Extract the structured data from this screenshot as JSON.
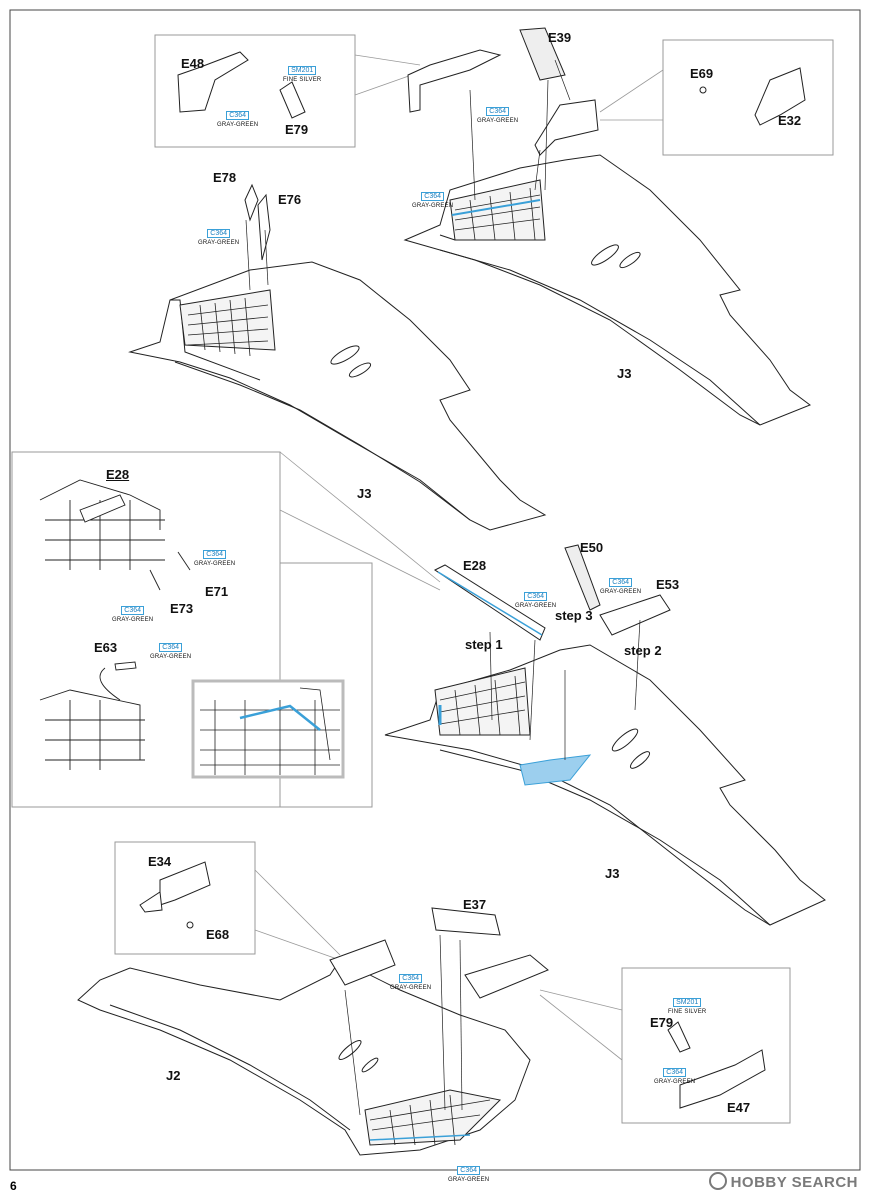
{
  "page": {
    "number": "6",
    "watermark": "HOBBY SEARCH"
  },
  "paint_names": {
    "gray_green": "GRAY-GREEN",
    "fine_silver": "FINE SILVER"
  },
  "paint_codes": {
    "gray_green": "C364",
    "fine_silver": "SM201"
  },
  "parts": {
    "e48": "E48",
    "e79": "E79",
    "e39": "E39",
    "e69": "E69",
    "e32": "E32",
    "e78": "E78",
    "e76": "E76",
    "j3": "J3",
    "e28": "E28",
    "e71": "E71",
    "e73": "E73",
    "e63": "E63",
    "e50": "E50",
    "e53": "E53",
    "e34": "E34",
    "e68": "E68",
    "e37": "E37",
    "j2": "J2",
    "e47": "E47"
  },
  "steps": {
    "step1": "step 1",
    "step2": "step 2",
    "step3": "step 3"
  },
  "colors": {
    "accent_blue": "#3aa0d8",
    "fill_blue": "#9ccfee",
    "line": "#222222",
    "panel_border": "#999999"
  }
}
